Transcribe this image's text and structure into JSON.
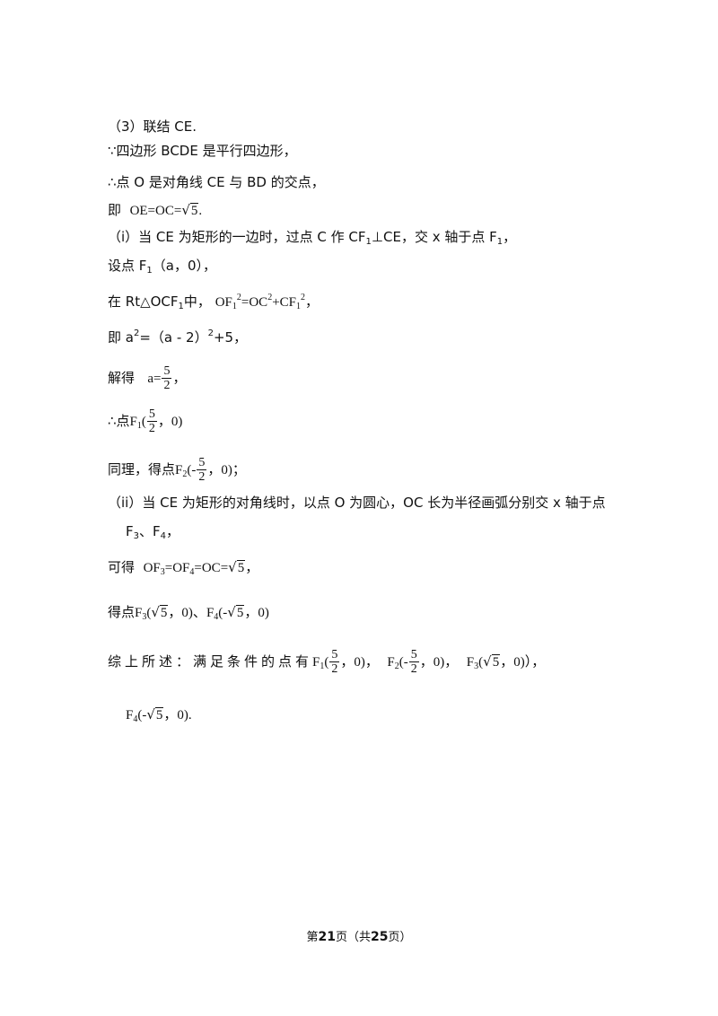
{
  "lines": {
    "l1": "（3）联结 CE.",
    "l2": "∵四边形 BCDE 是平行四边形，",
    "l3": "∴点 O 是对角线 CE 与 BD 的交点，",
    "l4_prefix": "即",
    "l4_math": "OE=OC=",
    "l5a": "（i）当 CE 为矩形的一边时，过点 C 作 CF",
    "l5b": "⊥CE，交 x 轴于点 F",
    "l5c": "，",
    "l6a": "设点 F",
    "l6b": "（a，0），",
    "l7a": "在 Rt△OCF",
    "l7b": "中，",
    "l8a": "即 a",
    "l8b": "=（a - 2）",
    "l8c": "+5，",
    "l9": "解得",
    "l10": "∴点",
    "l11": "同理，得点",
    "l12": "（ii）当 CE 为矩形的对角线时，以点 O 为圆心，OC 长为半径画弧分别交 x 轴于点",
    "l13a": "F",
    "l13b": "、F",
    "l13c": "，",
    "l14": "可得",
    "l15": "得点",
    "l15sep": "、",
    "l16": "综上所述：满足条件的点有",
    "l16end": "），"
  },
  "math": {
    "a_eq": "a=",
    "f1_pt": "(",
    "zero_close": "，0)",
    "zero_close_c": "，0)，",
    "zero_close_semi": "，0)；",
    "zero_close_end": "，0).",
    "neg": "-",
    "sqrt_sym": "√",
    "rad": "5",
    "num5": "5",
    "den2": "2",
    "sub1": "1",
    "sub2": "2",
    "sub3": "3",
    "sub4": "4",
    "sup2": "2",
    "F": "F",
    "O": "O",
    "OF": "OF",
    "eqOC": "=OC",
    "plusCF": "+CF",
    "eqOF": "=OF",
    "eqOCeq": "=OC=",
    "period": "."
  },
  "footer": {
    "p1": "第",
    "page": "21",
    "p2": "页（共",
    "total": "25",
    "p3": "页）"
  }
}
